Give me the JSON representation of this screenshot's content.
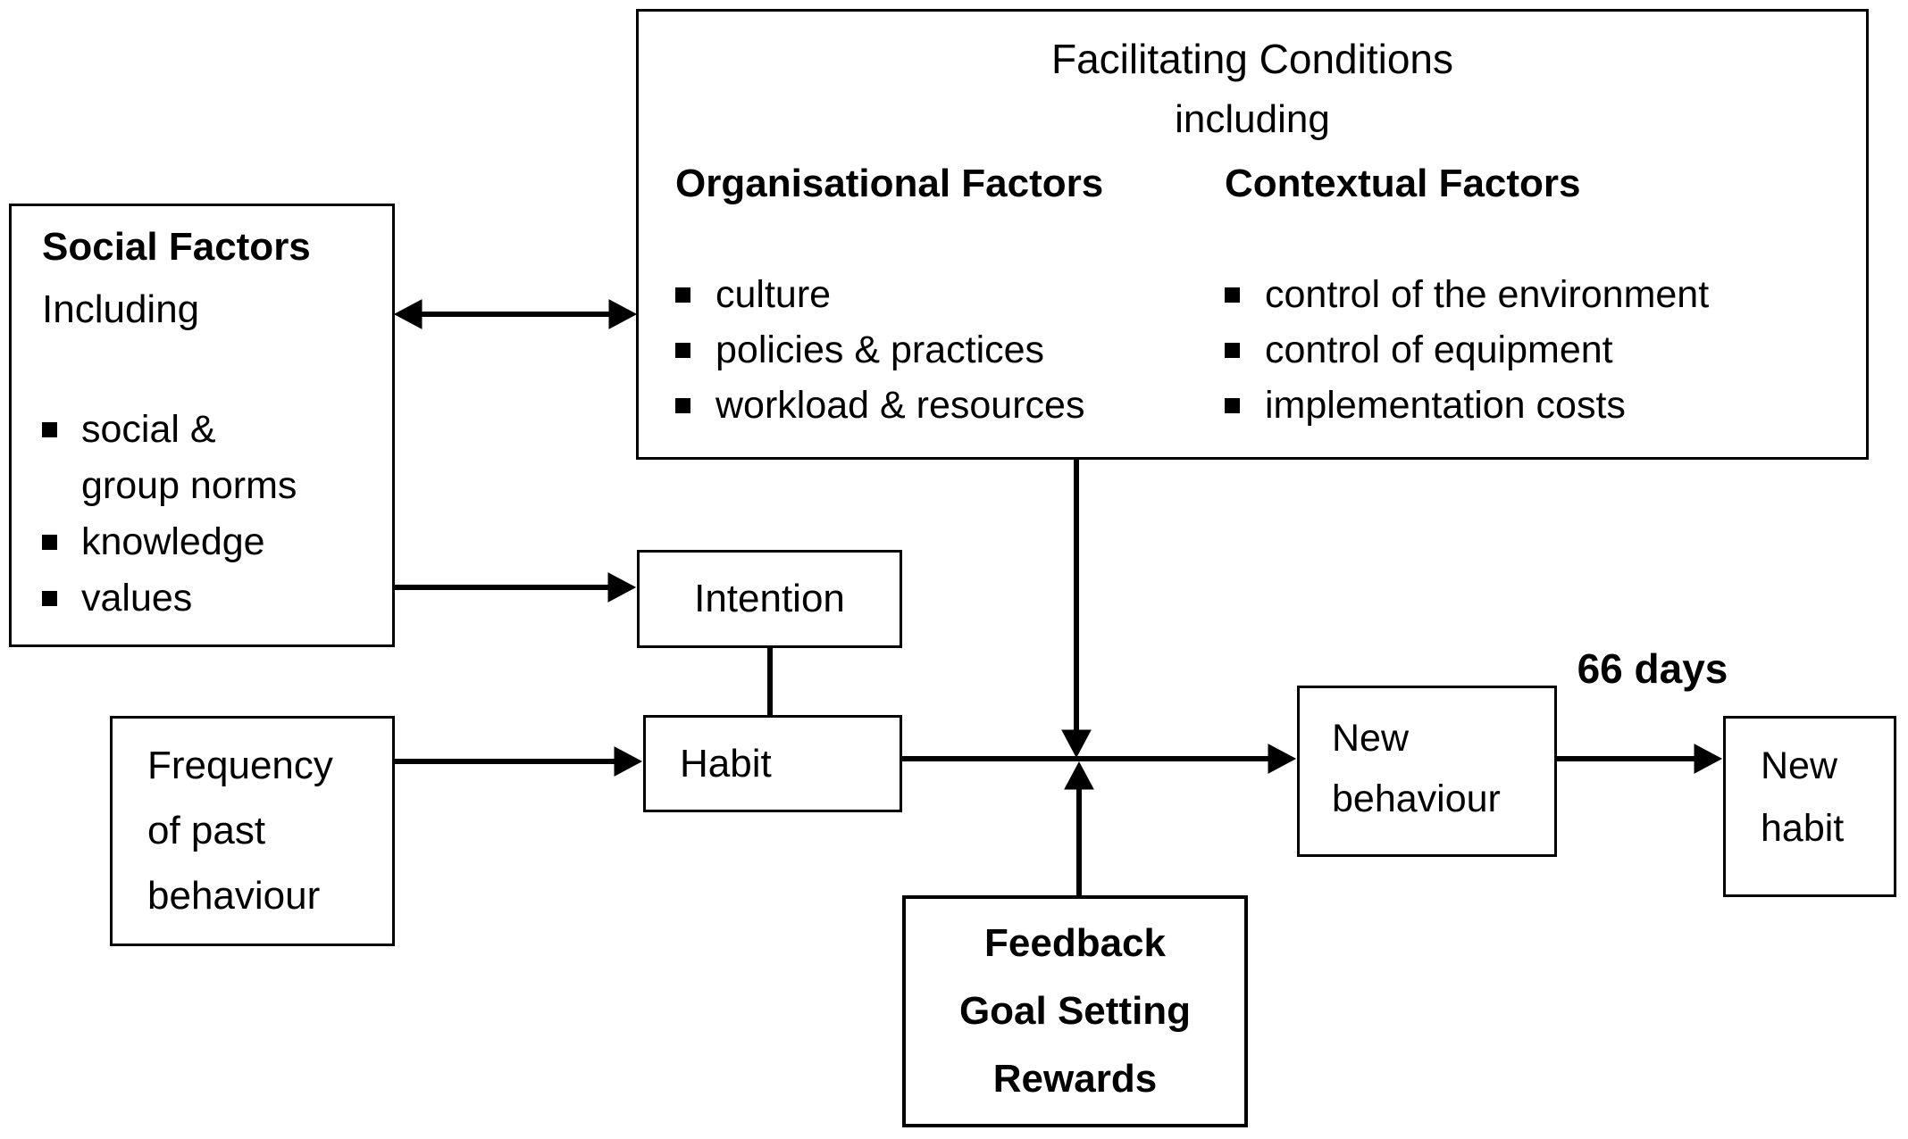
{
  "facilitating": {
    "title": "Facilitating Conditions",
    "subtitle": "including",
    "organisational": {
      "header": "Organisational Factors",
      "items": [
        "culture",
        "policies & practices",
        "workload & resources"
      ]
    },
    "contextual": {
      "header": "Contextual Factors",
      "items": [
        "control of the environment",
        "control of equipment",
        "implementation costs"
      ]
    }
  },
  "social": {
    "title": "Social Factors",
    "subtitle": "Including",
    "items": [
      "social &\ngroup norms",
      "knowledge",
      "values"
    ]
  },
  "boxes": {
    "intention": "Intention",
    "habit": "Habit",
    "frequency": "Frequency\nof past\nbehaviour",
    "new_behaviour": "New\nbehaviour",
    "new_habit": "New\nhabit",
    "feedback": "Feedback\nGoal Setting\nRewards"
  },
  "labels": {
    "days": "66 days"
  },
  "colors": {
    "ink": "#000000",
    "background": "#ffffff"
  }
}
